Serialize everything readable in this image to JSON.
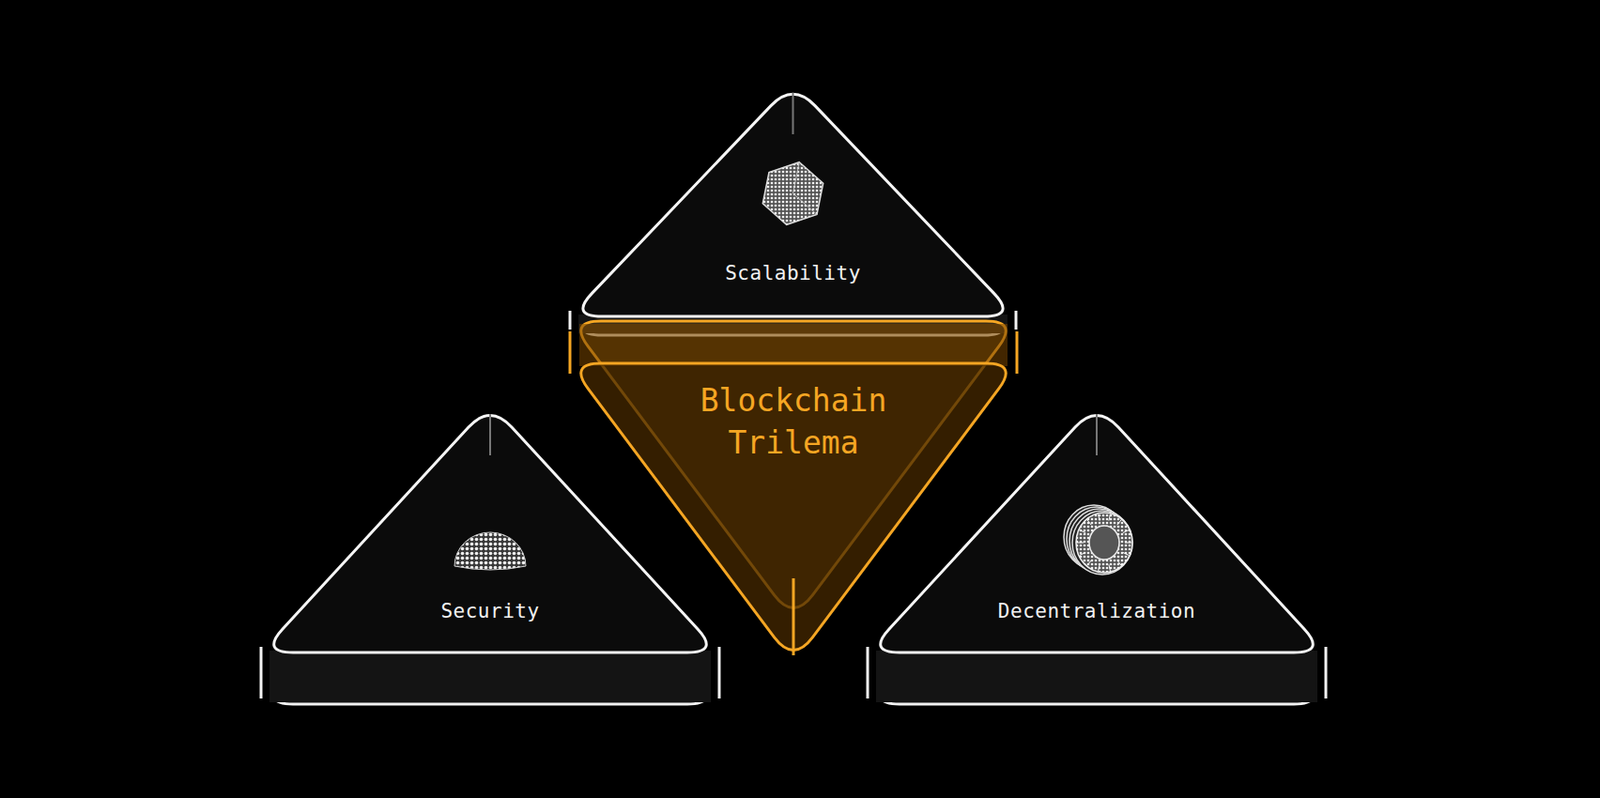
{
  "diagram": {
    "nodes": [
      {
        "text": [
          "Scalability"
        ]
      },
      {
        "text": [
          "Blockchain Trilema"
        ]
      },
      {
        "text": [
          "Security"
        ]
      },
      {
        "text": [
          "Decentralization"
        ]
      }
    ]
  }
}
